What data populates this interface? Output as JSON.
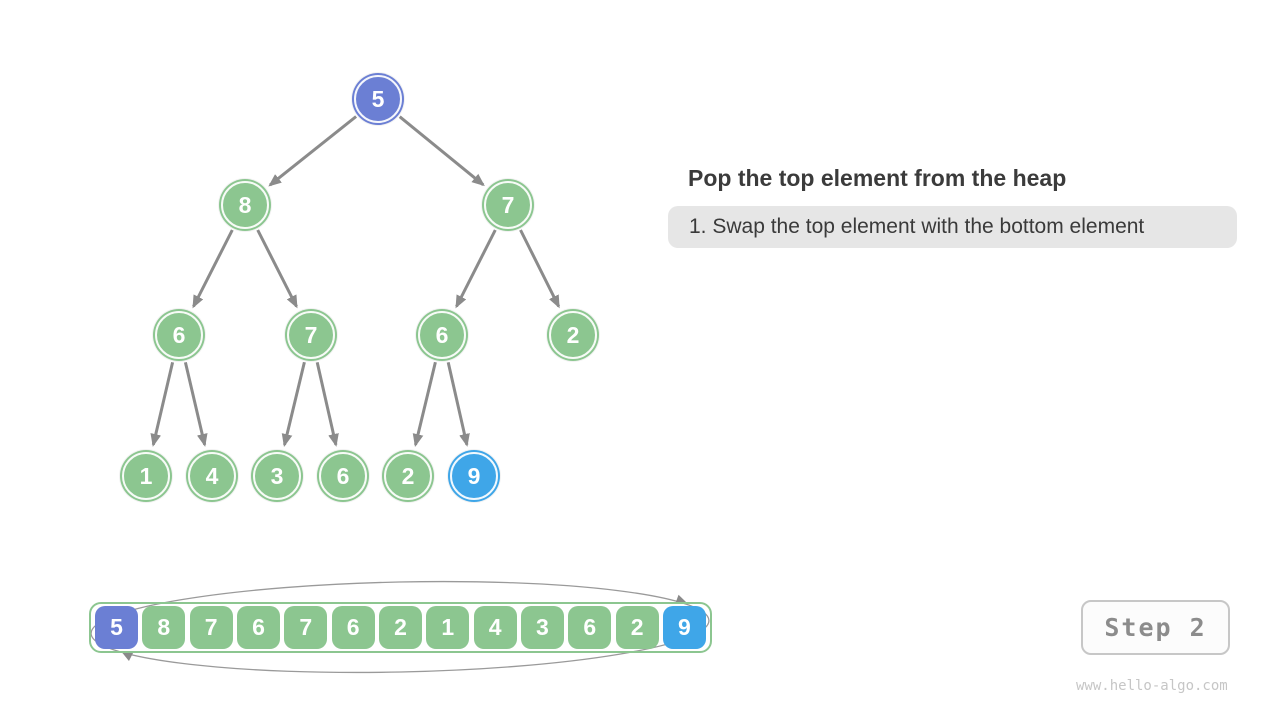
{
  "panel": {
    "title": "Pop the top element from the heap",
    "note": "1. Swap the top element with the bottom element"
  },
  "step_badge": "Step 2",
  "watermark": "www.hello-algo.com",
  "colors": {
    "node_purple": "#6b7fd4",
    "node_green": "#8cc690",
    "node_blue": "#3fa6e8",
    "edge_gray": "#8b8b8b",
    "swap_arrow_gray": "#9a9a9a",
    "note_bg": "#e6e6e6",
    "title_text": "#3b3b3b",
    "badge_text": "#8c8c8c",
    "watermark_text": "#c6c6c6"
  },
  "tree": {
    "nodes": [
      {
        "value": "5",
        "variant": "purple"
      },
      {
        "value": "8",
        "variant": "green"
      },
      {
        "value": "7",
        "variant": "green"
      },
      {
        "value": "6",
        "variant": "green"
      },
      {
        "value": "7",
        "variant": "green"
      },
      {
        "value": "6",
        "variant": "green"
      },
      {
        "value": "2",
        "variant": "green"
      },
      {
        "value": "1",
        "variant": "green"
      },
      {
        "value": "4",
        "variant": "green"
      },
      {
        "value": "3",
        "variant": "green"
      },
      {
        "value": "6",
        "variant": "green"
      },
      {
        "value": "2",
        "variant": "green"
      },
      {
        "value": "9",
        "variant": "blue"
      }
    ],
    "edges": [
      [
        0,
        1
      ],
      [
        0,
        2
      ],
      [
        1,
        3
      ],
      [
        1,
        4
      ],
      [
        2,
        5
      ],
      [
        2,
        6
      ],
      [
        3,
        7
      ],
      [
        3,
        8
      ],
      [
        4,
        9
      ],
      [
        4,
        10
      ],
      [
        5,
        11
      ],
      [
        5,
        12
      ]
    ]
  },
  "array": {
    "cells": [
      {
        "value": "5",
        "variant": "purple"
      },
      {
        "value": "8",
        "variant": "green"
      },
      {
        "value": "7",
        "variant": "green"
      },
      {
        "value": "6",
        "variant": "green"
      },
      {
        "value": "7",
        "variant": "green"
      },
      {
        "value": "6",
        "variant": "green"
      },
      {
        "value": "2",
        "variant": "green"
      },
      {
        "value": "1",
        "variant": "green"
      },
      {
        "value": "4",
        "variant": "green"
      },
      {
        "value": "3",
        "variant": "green"
      },
      {
        "value": "6",
        "variant": "green"
      },
      {
        "value": "2",
        "variant": "green"
      },
      {
        "value": "9",
        "variant": "blue"
      }
    ]
  }
}
